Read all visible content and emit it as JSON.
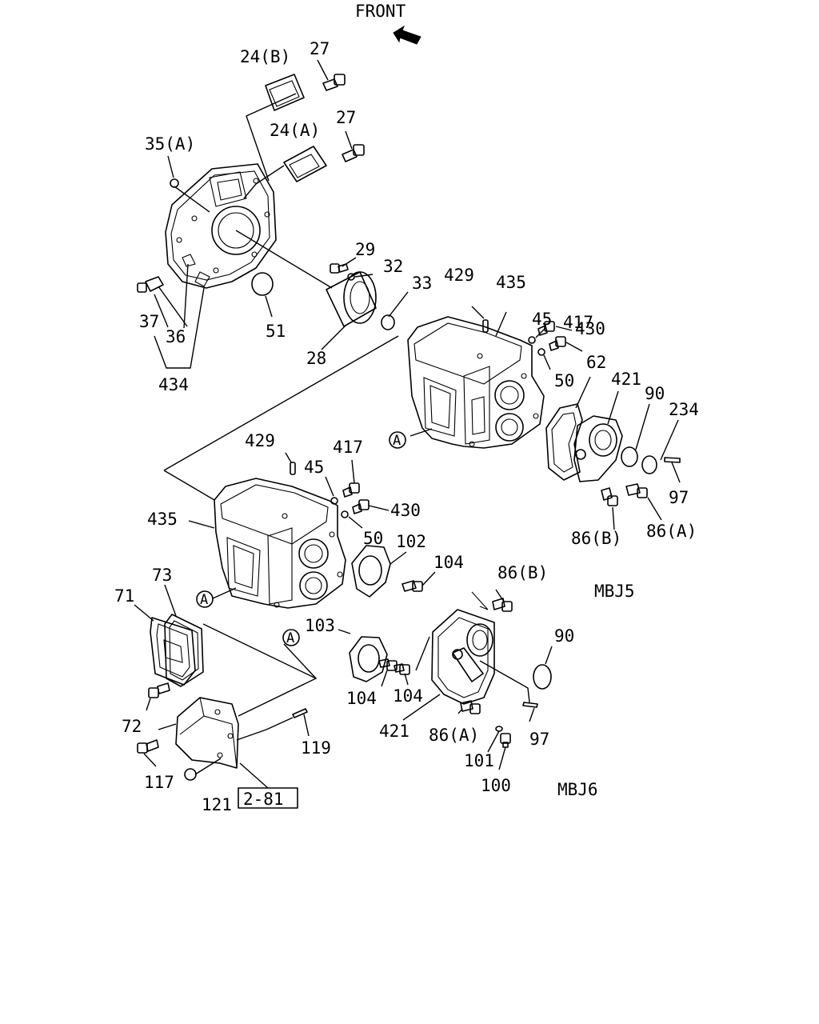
{
  "header": {
    "front_label": "FRONT"
  },
  "assembly_codes": {
    "upper": "MBJ5",
    "lower": "MBJ6"
  },
  "reference_box": "2-81",
  "circle_markers": [
    "A",
    "A",
    "A"
  ],
  "callouts": [
    "24(B)",
    "27",
    "24(A)",
    "27",
    "35(A)",
    "29",
    "32",
    "33",
    "51",
    "28",
    "37",
    "36",
    "434",
    "429",
    "435",
    "45",
    "417",
    "430",
    "50",
    "62",
    "421",
    "90",
    "234",
    "97",
    "86(B)",
    "86(A)",
    "429",
    "45",
    "417",
    "430",
    "50",
    "435",
    "102",
    "104",
    "73",
    "71",
    "103",
    "104",
    "104",
    "72",
    "119",
    "117",
    "121",
    "86(B)",
    "90",
    "421",
    "86(A)",
    "97",
    "101",
    "100"
  ]
}
